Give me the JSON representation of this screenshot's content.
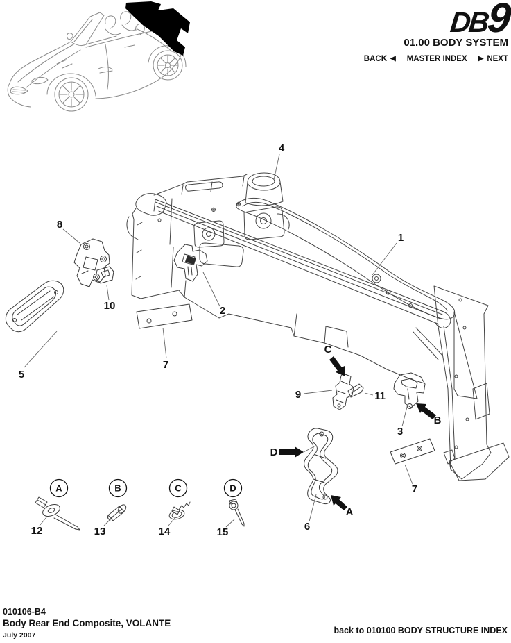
{
  "header": {
    "logo_db": "DB",
    "logo_9": "9",
    "section": "01.00 BODY SYSTEM",
    "nav_back": "BACK",
    "nav_back_arrow": "◀",
    "nav_master": "MASTER INDEX",
    "nav_next_arrow": "▶",
    "nav_next": "NEXT"
  },
  "callouts": {
    "p1": "1",
    "p2": "2",
    "p3": "3",
    "p4": "4",
    "p5": "5",
    "p6": "6",
    "p7a": "7",
    "p7b": "7",
    "p8": "8",
    "p9": "9",
    "p10": "10",
    "p11": "11",
    "arrow_a": "A",
    "arrow_b": "B",
    "arrow_c": "C",
    "arrow_d": "D"
  },
  "legend": {
    "items": [
      {
        "letter": "A",
        "part": "12"
      },
      {
        "letter": "B",
        "part": "13"
      },
      {
        "letter": "C",
        "part": "14"
      },
      {
        "letter": "D",
        "part": "15"
      }
    ]
  },
  "footer": {
    "doc_code": "010106-B4",
    "doc_title": "Body Rear End Composite, VOLANTE",
    "doc_date": "July 2007",
    "back_link": "back to 010100 BODY STRUCTURE INDEX"
  },
  "colors": {
    "ink": "#111111",
    "diagram_line": "#444444",
    "leader_line": "#666666",
    "highlight_fill": "#000000"
  }
}
